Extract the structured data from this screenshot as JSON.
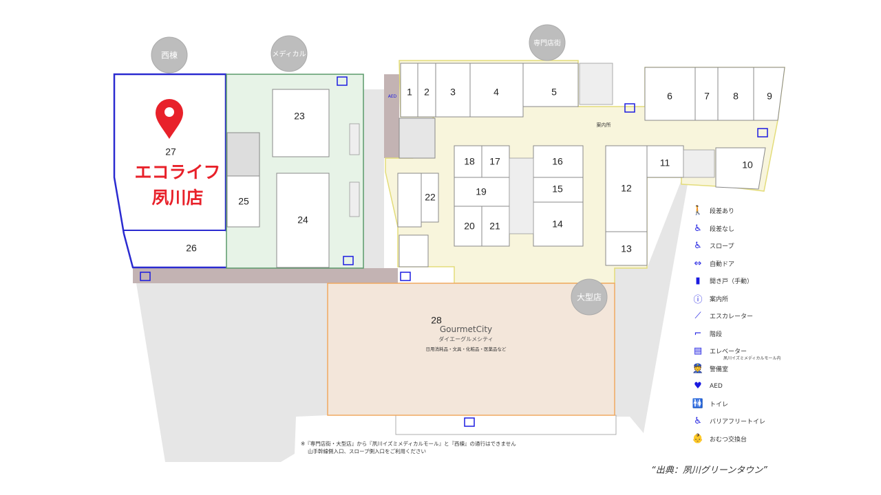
{
  "buildings": {
    "west": "西棟",
    "medical": "メディカル",
    "specialty": "専門店街",
    "large": "大型店"
  },
  "shops": {
    "s1": "1",
    "s2": "2",
    "s3": "3",
    "s4": "4",
    "s5": "5",
    "s6": "6",
    "s7": "7",
    "s8": "8",
    "s9": "9",
    "s10": "10",
    "s11": "11",
    "s12": "12",
    "s13": "13",
    "s14": "14",
    "s15": "15",
    "s16": "16",
    "s17": "17",
    "s18": "18",
    "s19": "19",
    "s20": "20",
    "s21": "21",
    "s22": "22",
    "s23": "23",
    "s24": "24",
    "s25": "25",
    "s26": "26",
    "s27": "27",
    "s28": "28"
  },
  "store": {
    "line1": "エコライフ",
    "line2": "夙川店",
    "color": "#e8212a"
  },
  "gourmet": {
    "logo": "GourmetCity",
    "name": "ダイエーグルメシティ",
    "desc": "日用消耗品・文具・化粧品・医薬品など"
  },
  "info_label": "案内所",
  "aed_label": "AED",
  "legend": [
    {
      "icon": "stairs-step-icon",
      "glyph": "🚶",
      "label": "段差あり"
    },
    {
      "icon": "no-step-icon",
      "glyph": "♿",
      "label": "段差なし"
    },
    {
      "icon": "slope-icon",
      "glyph": "♿",
      "label": "スロープ"
    },
    {
      "icon": "auto-door-icon",
      "glyph": "⇔",
      "label": "自動ドア"
    },
    {
      "icon": "manual-door-icon",
      "glyph": "▮",
      "label": "開き戸（手動）"
    },
    {
      "icon": "information-icon",
      "glyph": "ⓘ",
      "label": "案内所"
    },
    {
      "icon": "escalator-icon",
      "glyph": "⟋",
      "label": "エスカレーター"
    },
    {
      "icon": "stairs-icon",
      "glyph": "⌐",
      "label": "階段"
    },
    {
      "icon": "elevator-icon",
      "glyph": "▤",
      "label": "エレベーター",
      "sub": "夙川イズミメディカルモール内"
    },
    {
      "icon": "security-room-icon",
      "glyph": "👮",
      "label": "警備室"
    },
    {
      "icon": "aed-icon",
      "glyph": "♥",
      "label": "AED"
    },
    {
      "icon": "toilet-icon",
      "glyph": "🚻",
      "label": "トイレ"
    },
    {
      "icon": "accessible-toilet-icon",
      "glyph": "♿",
      "label": "バリアフリートイレ"
    },
    {
      "icon": "diaper-change-icon",
      "glyph": "👶",
      "label": "おむつ交換台"
    }
  ],
  "note": {
    "line1": "※『専門店街・大型店』から『夙川イズミメディカルモール』と『西棟』の通行はできません",
    "line2": "山手幹線側入口、スロープ側入口をご利用ください"
  },
  "credit": "“出典：夙川グリーンタウン”"
}
